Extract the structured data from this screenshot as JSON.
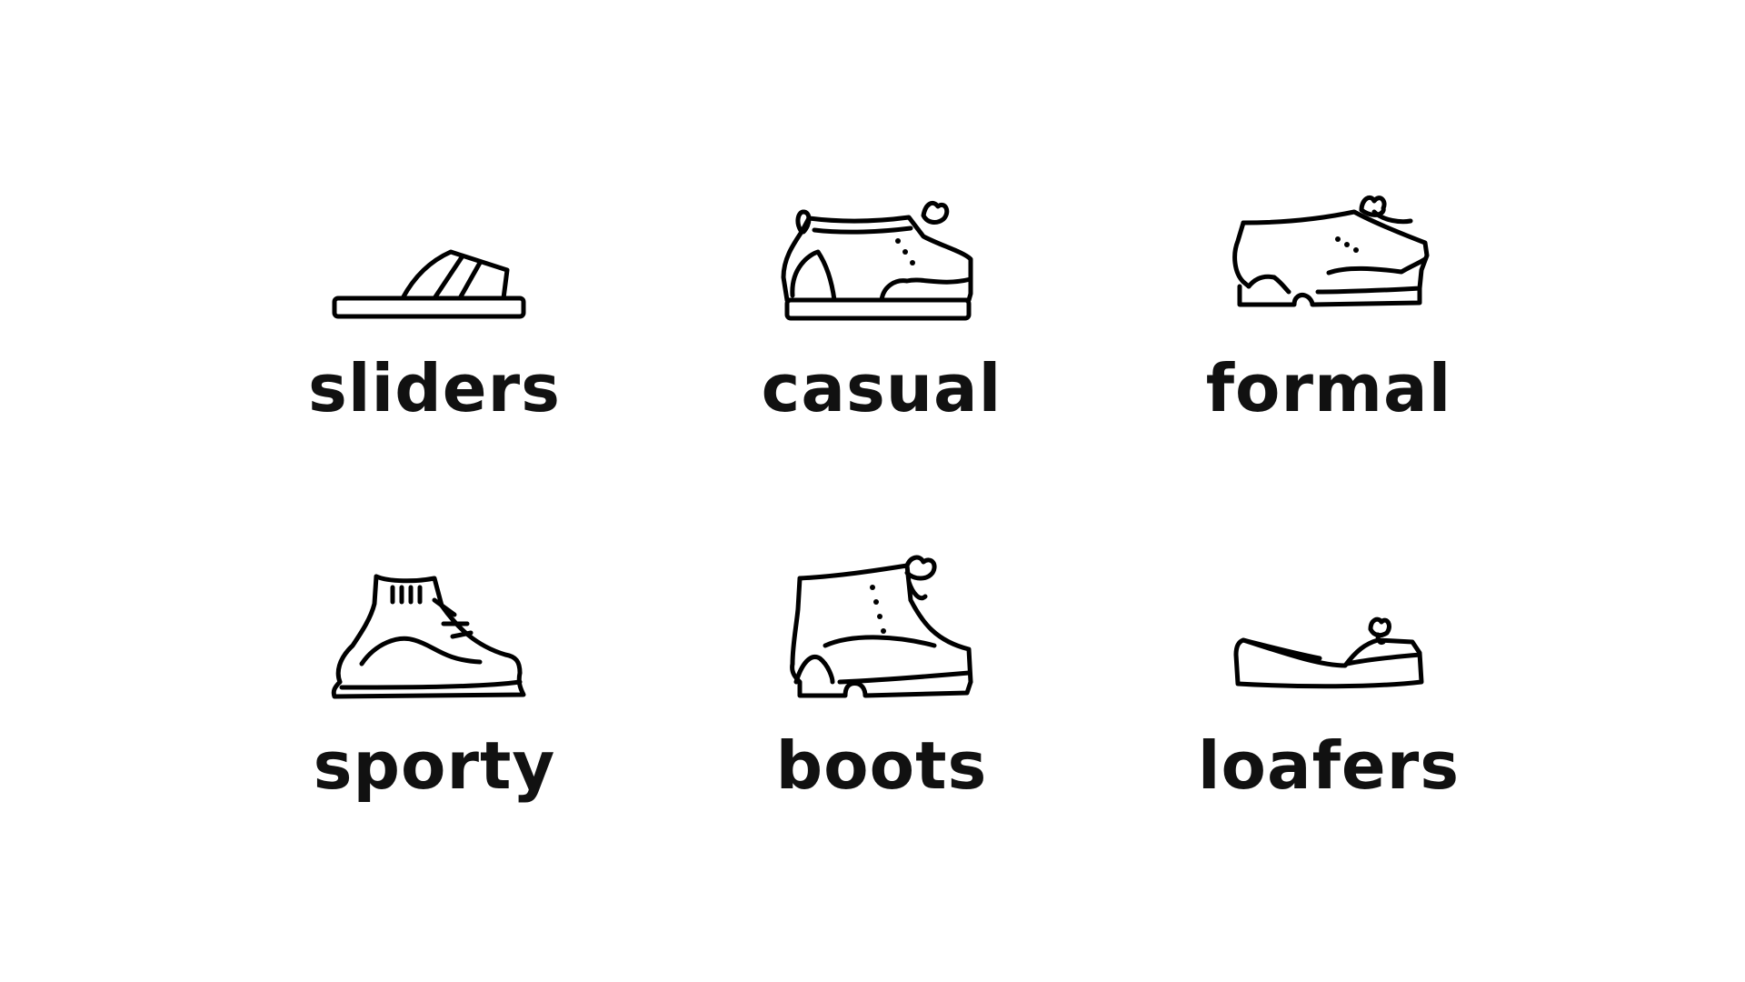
{
  "categories": [
    {
      "id": "sliders",
      "label": "sliders",
      "icon": "slider-sandal-icon"
    },
    {
      "id": "casual",
      "label": "casual",
      "icon": "casual-sneaker-icon"
    },
    {
      "id": "formal",
      "label": "formal",
      "icon": "formal-shoe-icon"
    },
    {
      "id": "sporty",
      "label": "sporty",
      "icon": "sporty-hightop-icon"
    },
    {
      "id": "boots",
      "label": "boots",
      "icon": "boot-icon"
    },
    {
      "id": "loafers",
      "label": "loafers",
      "icon": "loafer-icon"
    }
  ],
  "colors": {
    "background": "#ffffff",
    "stroke": "#000000",
    "text": "#111111"
  }
}
